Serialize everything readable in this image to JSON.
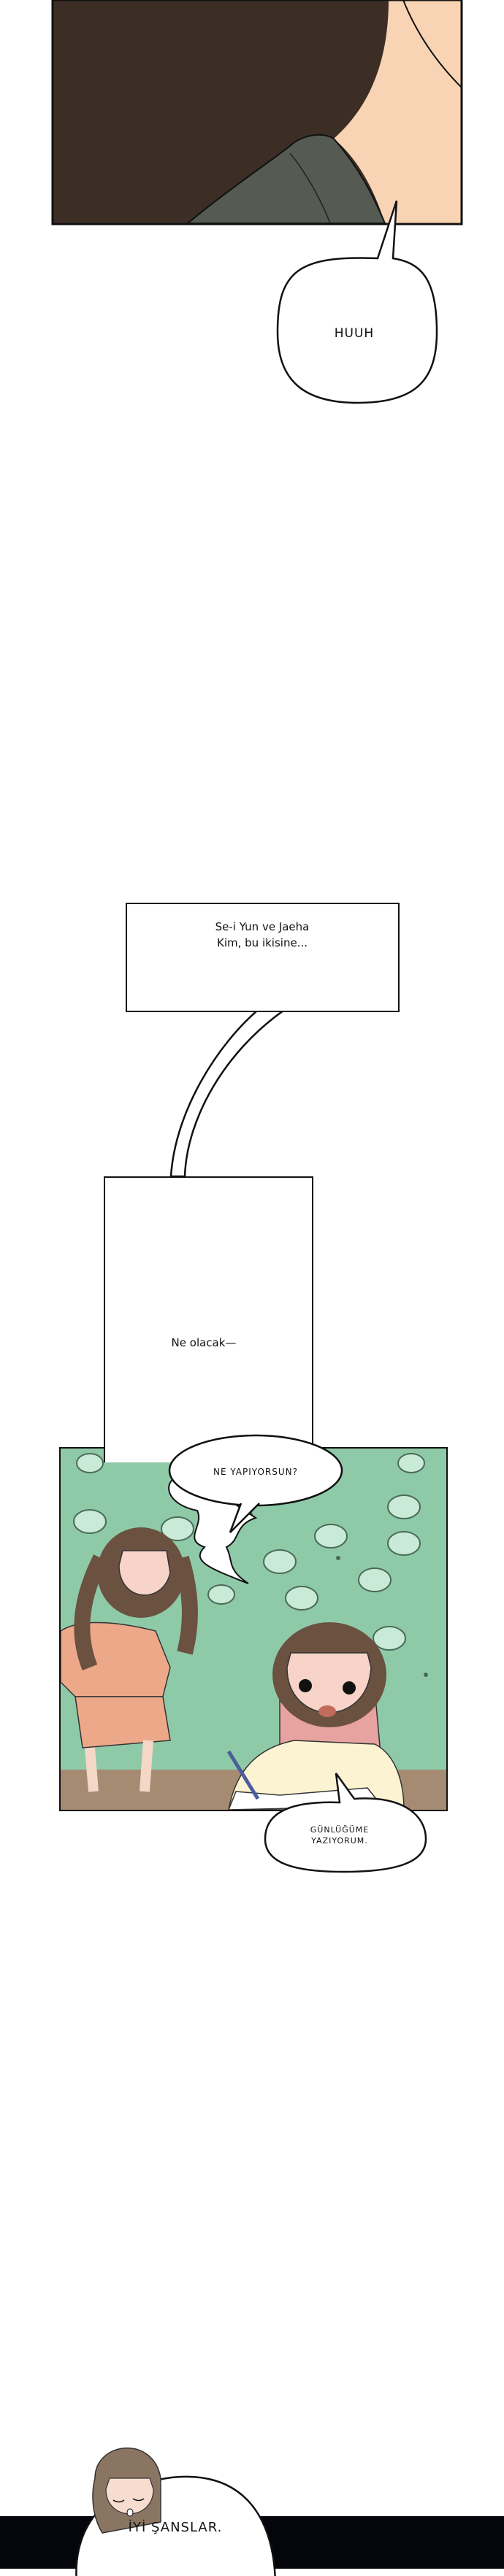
{
  "panels": {
    "panel1": {
      "bubble_text": "HUUH"
    },
    "narration": {
      "box1_text": "Se-i Yun ve Jaeha Kim, bu ikisine...",
      "box2_text": "Ne olacak—"
    },
    "panel2": {
      "bubble1_text": "NE YAPIYORSUN?",
      "bubble2_text": "GÜNLÜĞÜME YAZIYORUM."
    },
    "final": {
      "bubble_text": "İYİ ŞANSLAR."
    }
  },
  "colors": {
    "hair_dark": "#3d2e25",
    "sweater_gray": "#555a52",
    "skin": "#f9d4b4",
    "wallpaper_green": "#8fcaa8",
    "desk_brown": "#a58b72",
    "outfit_peach": "#eda88a",
    "night_black": "#05060c"
  }
}
